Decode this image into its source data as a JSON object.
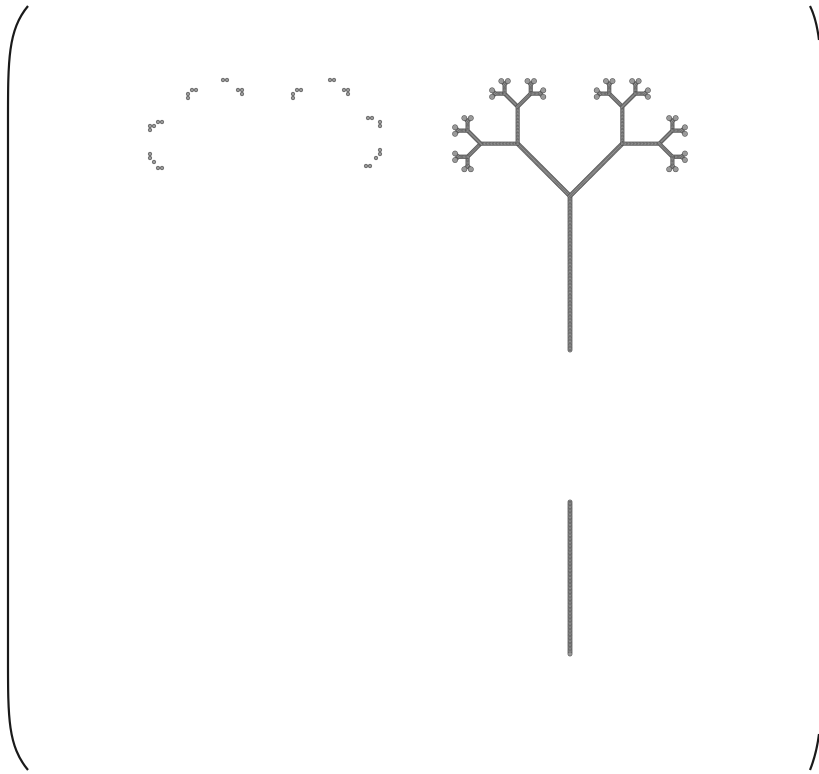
{
  "figure": {
    "background": "#ffffff",
    "bracket_color": "#1a1a1a",
    "mark_color": "#9a9a9a",
    "mark_outline": "#555555",
    "description_text": ""
  },
  "panels": [
    {
      "id": "panel-dotted-curves",
      "style": "sparse-dots"
    },
    {
      "id": "panel-fractal-tree",
      "style": "dense-beads"
    },
    {
      "id": "panel-vertical-segment",
      "style": "dense-beads"
    }
  ],
  "tree": {
    "depth": 5,
    "branch_angle_deg": 45,
    "length_ratio": 0.5
  }
}
